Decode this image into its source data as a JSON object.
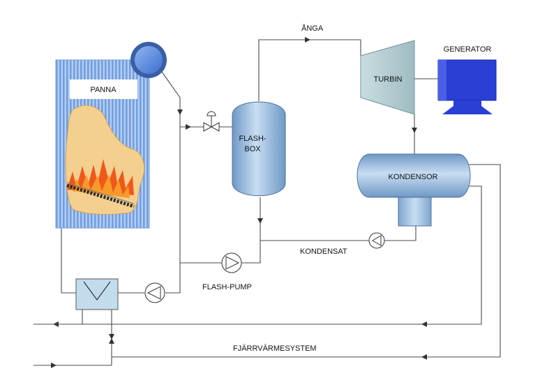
{
  "labels": {
    "panna": "PANNA",
    "anga": "ÅNGA",
    "generator": "GENERATOR",
    "turbin": "TURBIN",
    "flashbox_line1": "FLASH-",
    "flashbox_line2": "BOX",
    "kondensor": "KONDENSOR",
    "kondensat": "KONDENSAT",
    "flash_pump": "FLASH-PUMP",
    "fjarrvarme": "FJÄRRVÄRMESYSTEM"
  },
  "colors": {
    "boiler_stripe_blue": "#6f9fe0",
    "boiler_stripe_light": "#b7cdf2",
    "flame_area": "#f5cf8e",
    "flame_orange": "#f0581a",
    "steam_drum": "#4f86e0",
    "vessel": "#a9c8e6",
    "turbine": "#b8d0d6",
    "generator": "#2a3fd6",
    "heat_exchanger": "#c2dced",
    "pipe": "#4a4a4a"
  }
}
